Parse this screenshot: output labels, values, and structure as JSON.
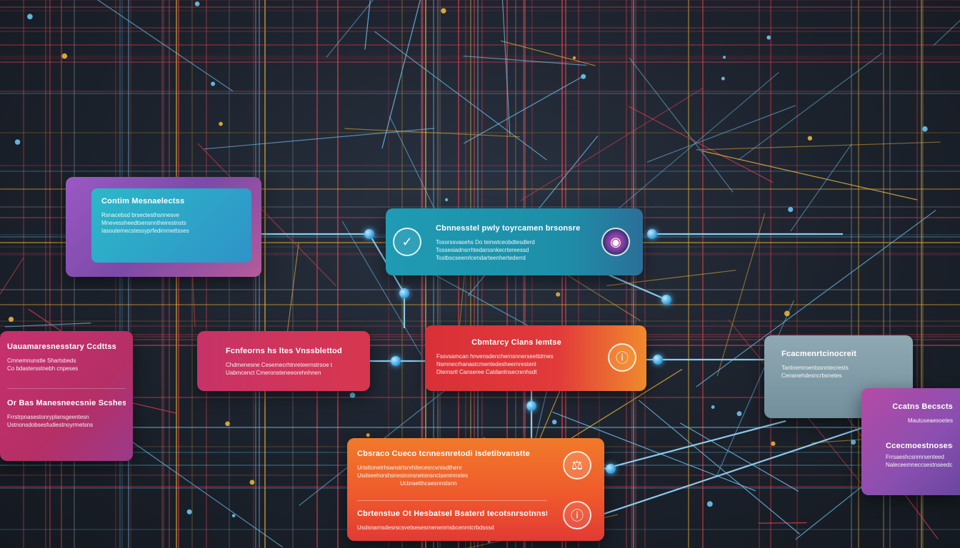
{
  "colors": {
    "background": "#1c222c",
    "grid_red": "#e0404e",
    "grid_yellow": "#e8b43a",
    "line_blue": "#6cc4f0",
    "teal": "#1f9bb3",
    "magenta": "#c8306e",
    "orange": "#f0692a",
    "purple": "#8a4fb0",
    "slate": "#7f9aa6"
  },
  "cards": {
    "top_left": {
      "title": "Contim Mesnaelectss",
      "lines": [
        "Rsnacebsd brsectesthsnnesve",
        "Mnevessheedtsensnntheirestnsts",
        "Iasoutemecstessyprfedimmettsses"
      ]
    },
    "top_center": {
      "title": "Cbnnesstel pwly toyrcamen brsonsre",
      "lines": [
        "Tosorssvasehs Do teinwtceobdtesdlerd",
        "Tossesiadnsrrhtedarssnkecrtereessd",
        "Tostbscseenrlcendarteenhertederrd"
      ],
      "badge_icon": "check-icon"
    },
    "mid_left": {
      "title": "Uauamaresnesstary Ccdttss",
      "lines": [
        "Cmnemnunstle Shartsbeds",
        "Co bdastersstnebh cnpeses"
      ],
      "sub_title": "Or Bas Manesneecsnie Scshes",
      "sub_lines": [
        "Frrstrpnasestonryplansgeentesn",
        "Ustnonsdobsesfudiestnoyrmetsns"
      ]
    },
    "mid_center_left": {
      "title": "Fcnfeorns hs ltes Vnssblettode",
      "lines": [
        "Chdmenesne Cesemecrhtnreteernstrsoe t",
        "Uabmcenct Cmeronsteneeorehnhnen"
      ]
    },
    "mid_center": {
      "title": "Cbmtarcy Cians Iemtse",
      "lines": [
        "Fssvsamcan hnvensdenchernsnnerseettdrnes",
        "Nsmnecrhanastcmentedesheernrestenl",
        "Dtemsrtl Canseree Catdantnsecrenhsdt"
      ],
      "badge_icon": "info-icon"
    },
    "mid_right": {
      "title": "Fcacmenrtcinocreit",
      "lines": [
        "Tantnemroentssnntecrests",
        "Cenanehdesncrbsnetes"
      ]
    },
    "far_right": {
      "title": "Ccatns Becscts",
      "lines": [
        "Mautuseaesoetes"
      ],
      "sub_title": "Ccecmoestnosesess",
      "sub_lines": [
        "Frrsaeshcsnmrsenteed",
        "Naleceemneccsestnseedc"
      ]
    },
    "bottom_center": {
      "title": "Cbsraco Cueco tcnnesnretodi Isdetibvanstte",
      "lines": [
        "Urtsttonetrhsanstrtsnrhitecesrcvntedthenr",
        "Usdseehorshsnestronsnetonsnctsenmnstes",
        "Ucbraetthcaesnnstsnn"
      ],
      "sub_title": "Cbrtenstue Ot Hesbatsel Bsaterd tecotsnrsotnnstsr",
      "sub_lines": [
        "Usdsnarnsdesrscsvetsesesrnenenrnsbcenmtcrbdsssd"
      ],
      "badge_icon": "tag-icon",
      "badge_icon_2": "info-icon"
    }
  }
}
